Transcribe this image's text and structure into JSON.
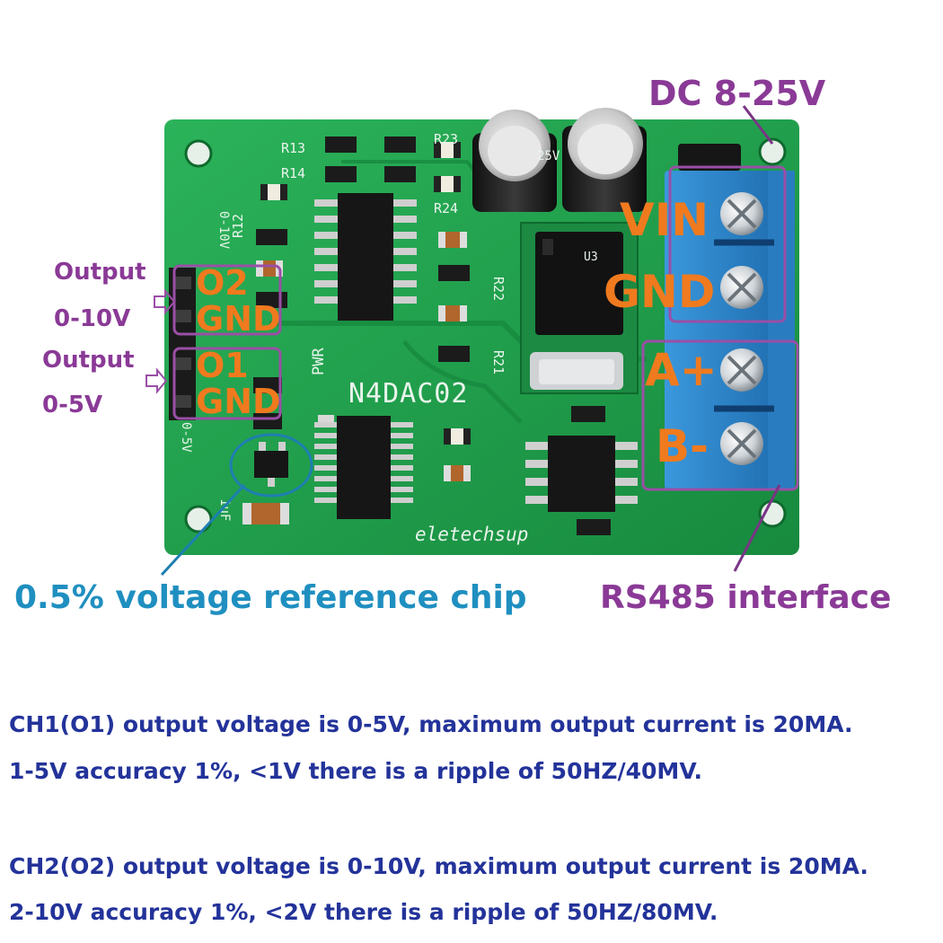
{
  "board": {
    "model": "N4DAC02",
    "brand": "eletechsup",
    "silk_pwr": "PWR",
    "silk_r13": "R13",
    "silk_r14": "R14",
    "silk_r23": "R23",
    "silk_r24": "R24",
    "silk_r12": "R12",
    "silk_r22": "R22",
    "silk_r21": "R21",
    "silk_u3": "U3",
    "silk_010v": "0-10V",
    "silk_05v": "0-5V",
    "silk_1uf": "1uF",
    "cap_text": "25V"
  },
  "labels": {
    "dc_power": "DC 8-25V",
    "vin": "VIN",
    "gnd_power": "GND",
    "a_plus": "A+",
    "b_minus": "B-",
    "o2": "O2",
    "gnd_o2": "GND",
    "o1": "O1",
    "gnd_o1": "GND",
    "output_label_1": "Output",
    "output_range_1": "0-10V",
    "output_label_2": "Output",
    "output_range_2": "0-5V",
    "reference_chip": "0.5% voltage reference chip",
    "rs485": "RS485 interface"
  },
  "specs": {
    "ch1_line1": "CH1(O1) output voltage is 0-5V, maximum output current is 20MA.",
    "ch1_line2": "1-5V accuracy 1%, <1V there is a ripple of 50HZ/40MV.",
    "ch2_line1": "CH2(O2) output voltage is 0-10V, maximum output current is 20MA.",
    "ch2_line2": "2-10V accuracy 1%, <2V there is a ripple of 50HZ/80MV."
  },
  "colors": {
    "pcb_green": "#1f9a4a",
    "terminal_blue": "#2f86c8",
    "label_orange": "#f07a1e",
    "label_purple": "#8a3a96",
    "label_blue": "#1f8fc0",
    "spec_navy": "#23339a"
  }
}
